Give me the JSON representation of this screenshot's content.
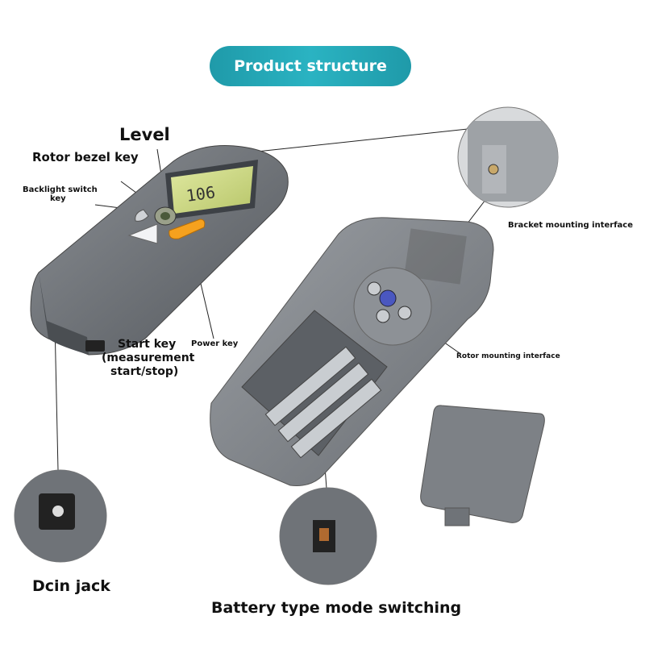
{
  "header": {
    "title": "Product structure"
  },
  "labels": {
    "level": "Level",
    "rotor_bezel_key": "Rotor bezel key",
    "backlight_switch_key_line1": "Backlight switch",
    "backlight_switch_key_line2": "key",
    "start_key_line1": "Start key",
    "start_key_line2": "(measurement",
    "start_key_line3": "start/stop)",
    "power_key": "Power key",
    "bracket_mounting_interface": "Bracket mounting interface",
    "rotor_mounting_interface": "Rotor mounting interface",
    "dcin_jack": "Dcin jack",
    "battery_type_mode_switching": "Battery type mode switching"
  },
  "device": {
    "display_reading": "106"
  },
  "colors": {
    "accent": "#26a9b8",
    "device_gray": "#6f7378",
    "power_key": "#f5a11e"
  }
}
